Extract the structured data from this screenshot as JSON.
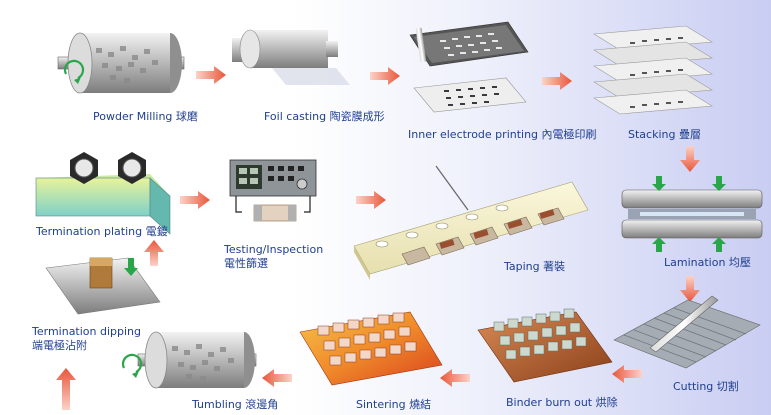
{
  "steps": {
    "powder_milling": "Powder Milling 球磨",
    "foil_casting": "Foil casting 陶瓷膜成形",
    "inner_printing": "Inner electrode printing 內電極印刷",
    "stacking": "Stacking 疊層",
    "lamination": "Lamination 均壓",
    "cutting": "Cutting 切割",
    "binder_burnout": "Binder burn out 烘除",
    "sintering": "Sintering 燒結",
    "tumbling": "Tumbling 滾邊角",
    "term_dipping_1": "Termination dipping",
    "term_dipping_2": "端電極沾附",
    "term_plating": "Termination plating 電鍍",
    "testing_1": "Testing/Inspection",
    "testing_2": "電性篩選",
    "taping": "Taping 著裝"
  },
  "colors": {
    "label": "#1f3f8f",
    "arrow": "#f07050",
    "arrow_dark": "#e04a30",
    "green_arrow": "#2aa64a"
  }
}
